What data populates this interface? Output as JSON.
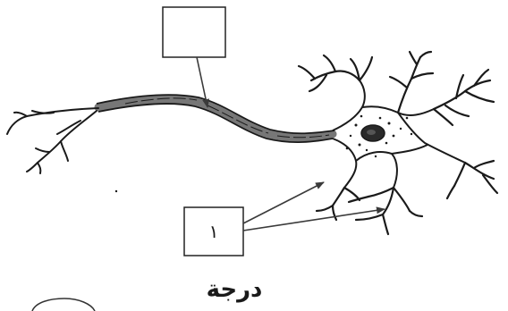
{
  "diagram": {
    "subject": "neuron",
    "labels": {
      "top_box": "",
      "bottom_box": "١"
    },
    "caption": "درجة"
  },
  "colors": {
    "ink": "#1a1a1a",
    "axon_shade": "#777777",
    "box_stroke": "#222222",
    "arrow": "#3a3a3a",
    "background": "#ffffff"
  }
}
